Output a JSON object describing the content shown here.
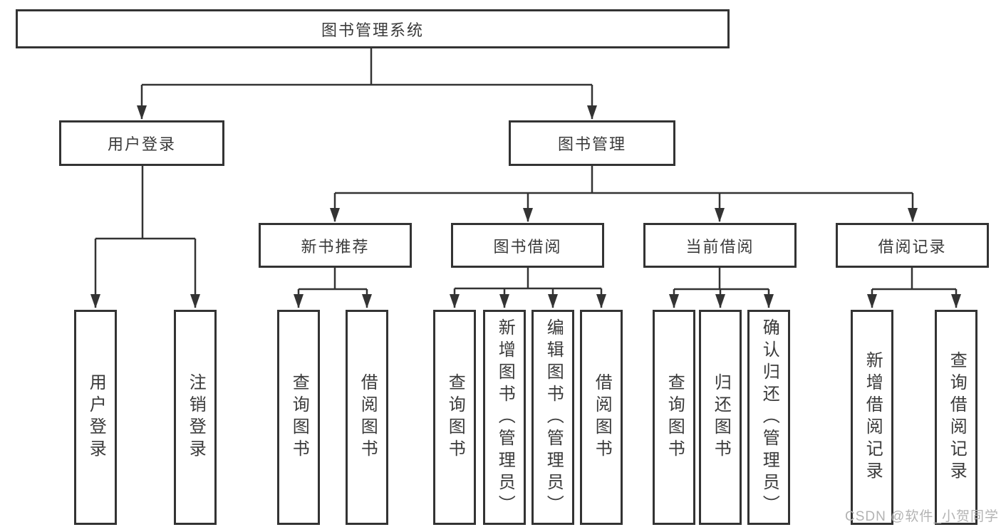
{
  "tree": {
    "root": {
      "label": "图书管理系统"
    },
    "branches": [
      {
        "label": "用户登录",
        "children": [
          {
            "label": "用户登录"
          },
          {
            "label": "注销登录"
          }
        ]
      },
      {
        "label": "图书管理",
        "children": [
          {
            "label": "新书推荐",
            "children": [
              {
                "label": "查询图书"
              },
              {
                "label": "借阅图书"
              }
            ]
          },
          {
            "label": "图书借阅",
            "children": [
              {
                "label": "查询图书"
              },
              {
                "label": "新增图书（管理员）"
              },
              {
                "label": "编辑图书（管理员）"
              },
              {
                "label": "借阅图书"
              }
            ]
          },
          {
            "label": "当前借阅",
            "children": [
              {
                "label": "查询图书"
              },
              {
                "label": "归还图书"
              },
              {
                "label": "确认归还（管理员）"
              }
            ]
          },
          {
            "label": "借阅记录",
            "children": [
              {
                "label": "新增借阅记录"
              },
              {
                "label": "查询借阅记录"
              }
            ]
          }
        ]
      }
    ]
  },
  "watermark": {
    "text": "CSDN @软件_小贺同学"
  },
  "colors": {
    "line": "#333333",
    "box_border": "#333333",
    "text": "#3a3a3a",
    "watermark": "#b3b3b3",
    "background": "#ffffff"
  }
}
